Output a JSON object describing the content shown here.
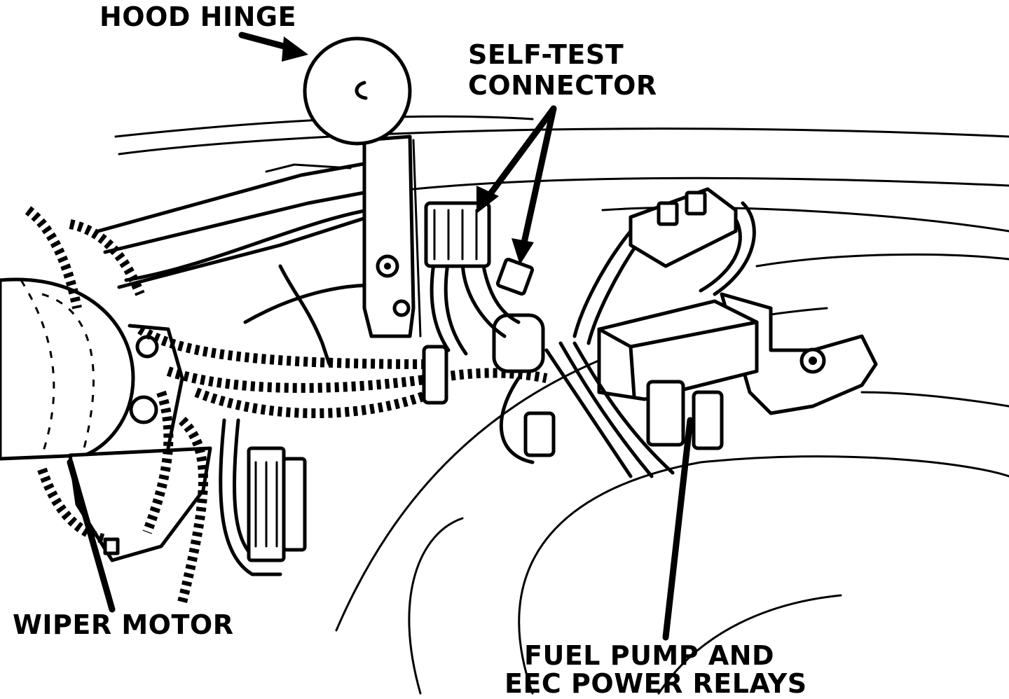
{
  "labels": {
    "hood_hinge": "HOOD HINGE",
    "self_test_line1": "SELF-TEST",
    "self_test_line2": "CONNECTOR",
    "wiper_motor": "WIPER MOTOR",
    "relays_line1": "FUEL PUMP AND",
    "relays_line2": "EEC POWER RELAYS"
  },
  "colors": {
    "ink": "#000000",
    "paper": "#ffffff"
  }
}
